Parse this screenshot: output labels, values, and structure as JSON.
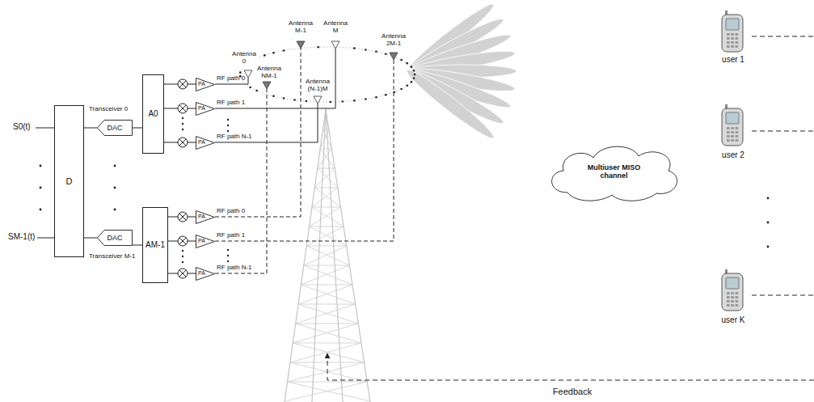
{
  "diagram": {
    "nodes": [
      {
        "text": [
          "D"
        ]
      },
      {
        "text": [
          "DAC"
        ]
      },
      {
        "text": [
          "A0"
        ]
      },
      {
        "text": [
          "PA"
        ]
      },
      {
        "text": [
          "PA"
        ]
      },
      {
        "text": [
          "PA"
        ]
      },
      {
        "text": [
          "DAC"
        ]
      },
      {
        "text": [
          "AM-1"
        ]
      },
      {
        "text": [
          "PA"
        ]
      },
      {
        "text": [
          "PA"
        ]
      },
      {
        "text": [
          "PA"
        ]
      },
      {
        "text": [
          "Multiuser MISO channel"
        ]
      }
    ],
    "edges": [
      {
        "from": 0,
        "to": 1,
        "arrow": "none"
      },
      {
        "from": 1,
        "to": 2,
        "arrow": "none"
      },
      {
        "from": 2,
        "to": 3,
        "arrow": "none"
      },
      {
        "from": 2,
        "to": 4,
        "arrow": "none"
      },
      {
        "from": 2,
        "to": 5,
        "arrow": "none"
      },
      {
        "from": 0,
        "to": 6,
        "arrow": "none"
      },
      {
        "from": 6,
        "to": 7,
        "arrow": "none"
      },
      {
        "from": 7,
        "to": 8,
        "arrow": "none"
      },
      {
        "from": 7,
        "to": 9,
        "arrow": "none"
      },
      {
        "from": 7,
        "to": 10,
        "arrow": "none"
      }
    ],
    "labels": [
      "S0(t)",
      "SM-1(t)",
      "Transceiver 0",
      "Transceiver M-1",
      "RF path 0",
      "RF path 1",
      "RF path N-1",
      "RF path 0",
      "RF path 1",
      "RF path N-1",
      "Antenna 0",
      "Antenna NM-1",
      "Antenna M-1",
      "Antenna M",
      "Antenna (N-1)M",
      "Antenna 2M-1",
      "user 1",
      "user 2",
      "user K",
      "Feedback"
    ]
  }
}
